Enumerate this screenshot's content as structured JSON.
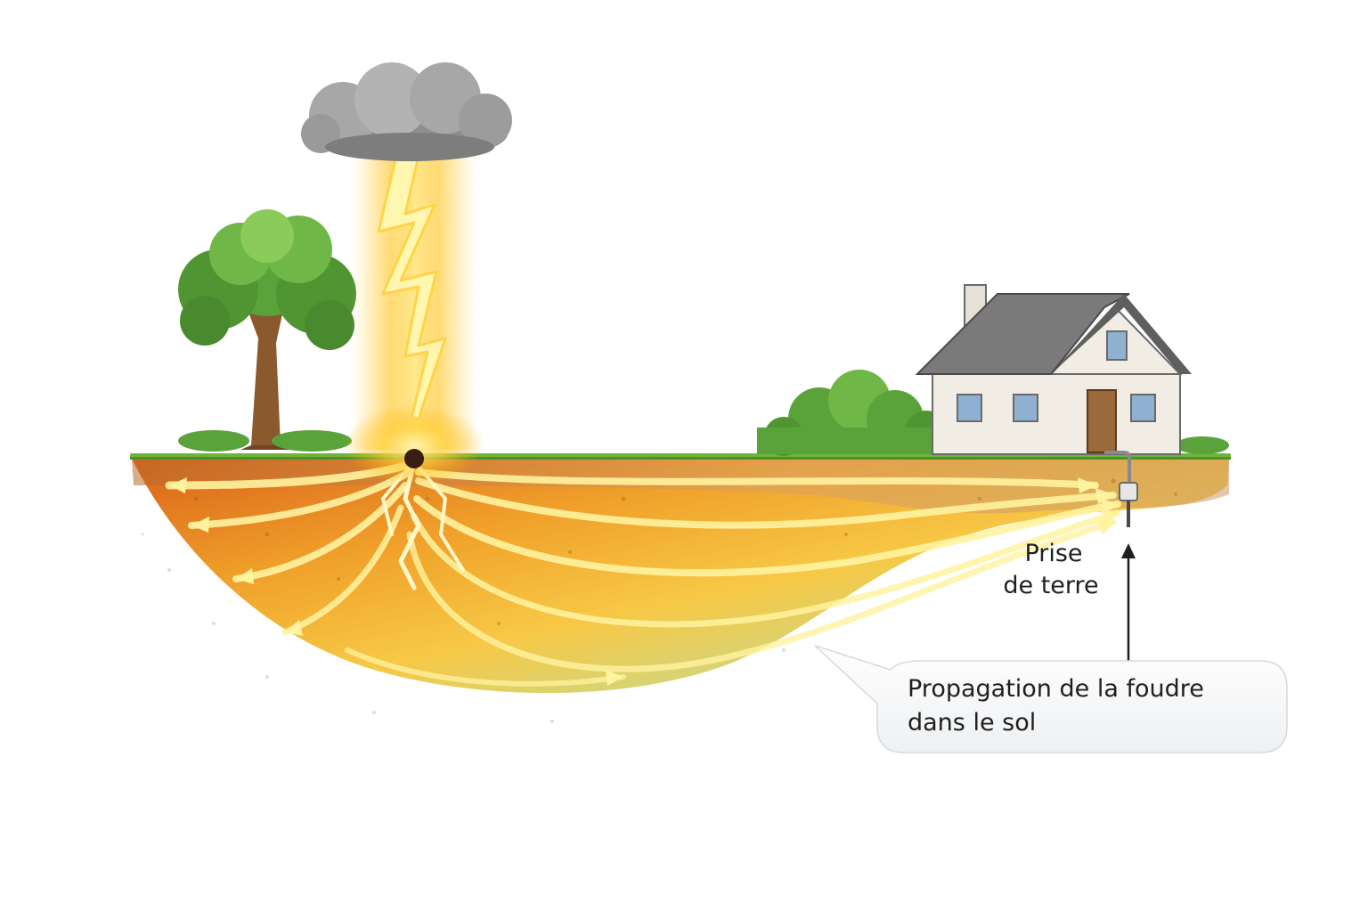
{
  "labels": {
    "ground_electrode_line1": "Prise",
    "ground_electrode_line2": "de terre",
    "callout_line1": "Propagation de la foudre",
    "callout_line2": "dans le sol"
  },
  "colors": {
    "lightning_core": "#fff6a8",
    "lightning_glow": "#ffc21a",
    "soil_hot": "#e8841c",
    "soil_warm": "#f5b82a",
    "soil_cool": "#8fc8a8",
    "grass": "#6fb43a",
    "foliage": "#5aa33a",
    "cloud": "#9a9a9a",
    "house_wall": "#f1ece4",
    "roof": "#7a7a7a"
  },
  "icons": [
    "cloud-icon",
    "lightning-icon",
    "tree-icon",
    "house-icon",
    "bush-icon",
    "ground-rod-icon",
    "impact-point-icon"
  ]
}
